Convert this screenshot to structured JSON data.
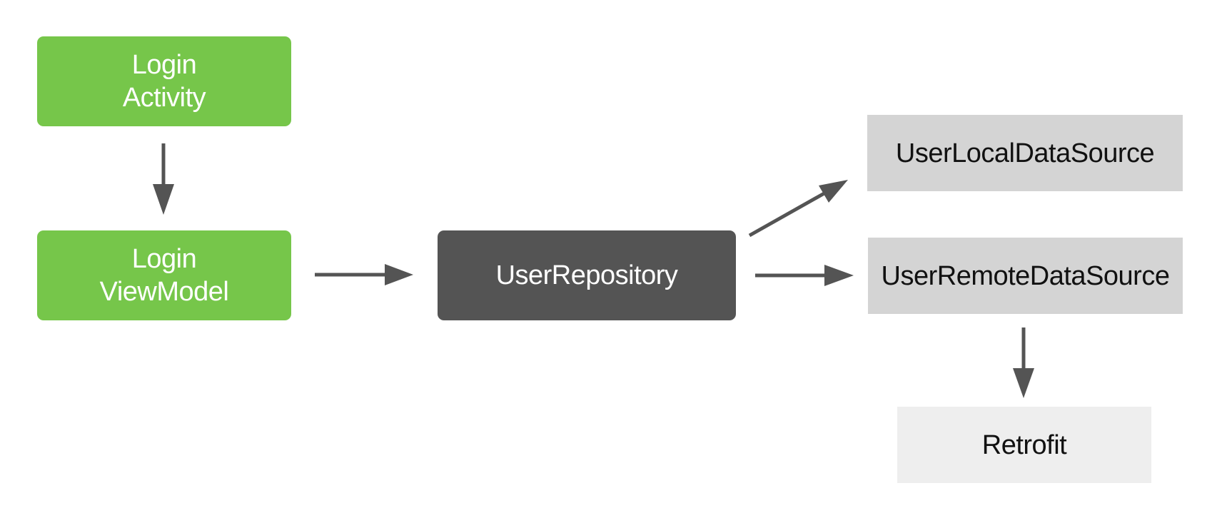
{
  "diagram": {
    "nodes": {
      "login_activity": {
        "lines": [
          "Login",
          "Activity"
        ]
      },
      "login_viewmodel": {
        "lines": [
          "Login",
          "ViewModel"
        ]
      },
      "user_repository": {
        "label": "UserRepository"
      },
      "user_local_data_source": {
        "label": "UserLocalDataSource"
      },
      "user_remote_data_source": {
        "label": "UserRemoteDataSource"
      },
      "retrofit": {
        "label": "Retrofit"
      }
    },
    "edges": [
      {
        "from": "Login Activity",
        "to": "Login ViewModel"
      },
      {
        "from": "Login ViewModel",
        "to": "UserRepository"
      },
      {
        "from": "UserRepository",
        "to": "UserLocalDataSource"
      },
      {
        "from": "UserRepository",
        "to": "UserRemoteDataSource"
      },
      {
        "from": "UserRemoteDataSource",
        "to": "Retrofit"
      }
    ],
    "colors": {
      "ui_layer": "#76c64a",
      "repository": "#545454",
      "data_source": "#d4d4d4",
      "library": "#eeeeee",
      "arrow": "#545454"
    }
  }
}
